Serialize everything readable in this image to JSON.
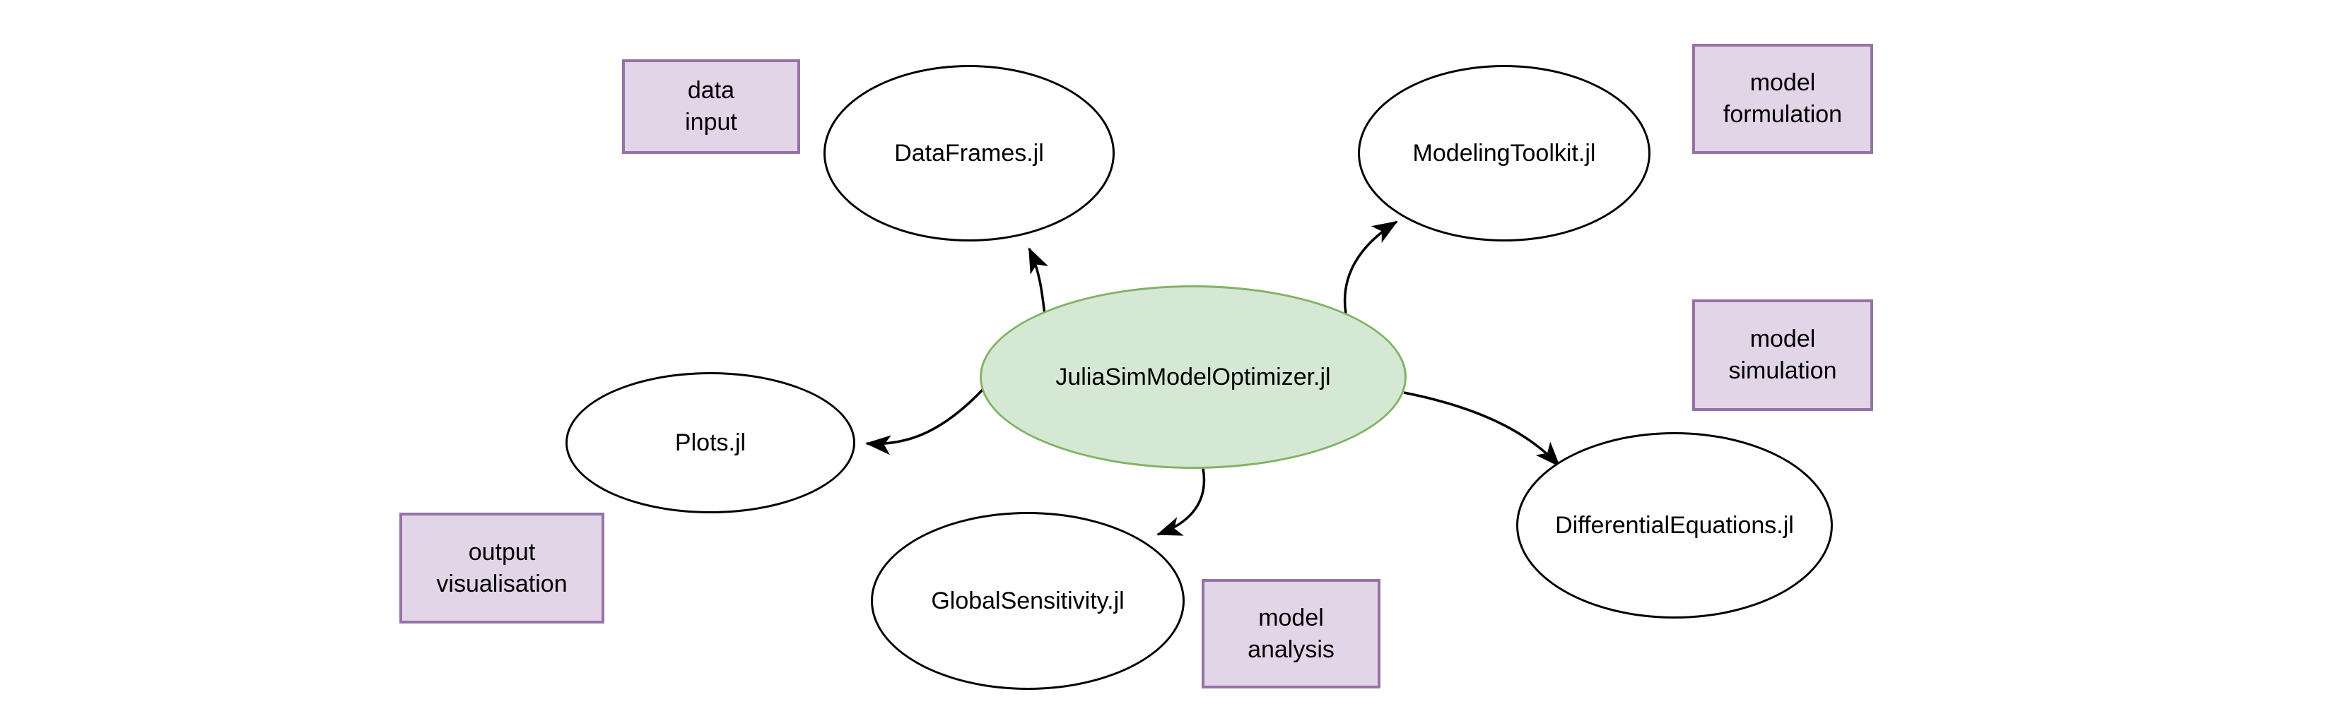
{
  "colors": {
    "background": "#ffffff",
    "node_fill": "#ffffff",
    "node_stroke": "#000000",
    "center_fill": "#d5e8d4",
    "center_stroke": "#82b366",
    "box_fill": "#e1d5e7",
    "box_stroke": "#9673a6",
    "arrow": "#000000",
    "text": "#000000"
  },
  "center": {
    "label": "JuliaSimModelOptimizer.jl"
  },
  "packages": [
    {
      "label": "DataFrames.jl"
    },
    {
      "label": "ModelingToolkit.jl"
    },
    {
      "label": "Plots.jl"
    },
    {
      "label": "GlobalSensitivity.jl"
    },
    {
      "label": "DifferentialEquations.jl"
    }
  ],
  "annotations": [
    {
      "label": "data\ninput"
    },
    {
      "label": "model\nformulation"
    },
    {
      "label": "model\nsimulation"
    },
    {
      "label": "output\nvisualisation"
    },
    {
      "label": "model\nanalysis"
    }
  ]
}
